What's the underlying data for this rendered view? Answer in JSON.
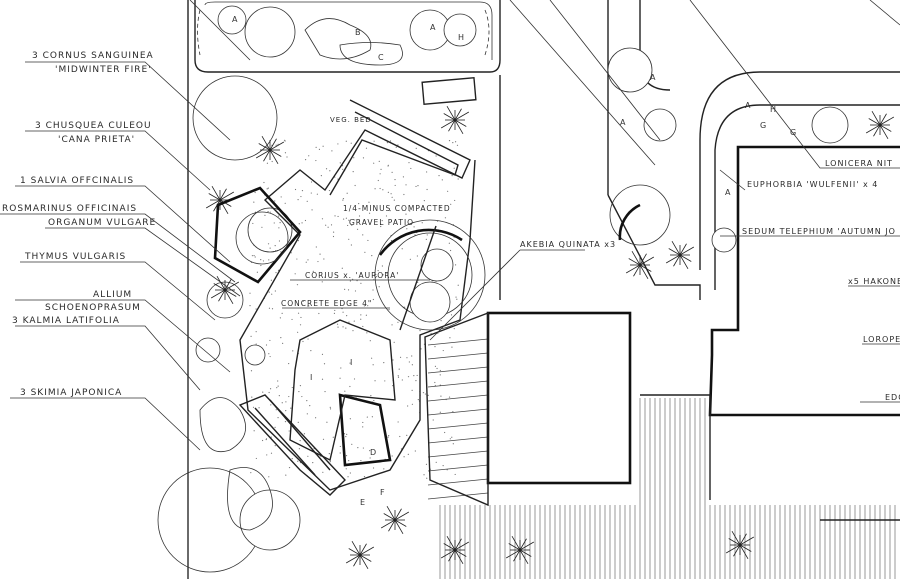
{
  "title": "Garden planting plan",
  "labels_left": {
    "cornus": "3 CORNUS SANGUINEA",
    "cornus_cv": "'MIDWINTER FIRE'",
    "chusquea": "3 CHUSQUEA CULEOU",
    "chusquea_cv": "'CANA PRIETA'",
    "salvia": "1 SALVIA OFFCINALIS",
    "rosmarinus": "ROSMARINUS OFFICINAIS",
    "origanum": "ORGANUM VULGARE",
    "thymus": "THYMUS VULGARIS",
    "allium": "ALLIUM",
    "allium2": "SCHOENOPRASUM",
    "kalmia": "3 KALMIA LATIFOLIA",
    "skimia": "3 SKIMIA JAPONICA"
  },
  "labels_center": {
    "veg_bed": "VEG. BED",
    "patio1": "1/4-MINUS COMPACTED",
    "patio2": "GRAVEL PATIO",
    "cornus_aurora": "CORIUS x. 'AURORA'",
    "concrete_edge": "CONCRETE EDGE 4\"",
    "akebia": "AKEBIA QUINATA x3"
  },
  "labels_right": {
    "lonicera": "LONICERA NIT",
    "euphorbia": "EUPHORBIA 'WULFENII' x 4",
    "sedum": "SEDUM TELEPHIUM 'AUTUMN JO",
    "hakone": "x5 HAKONE",
    "loropetalum": "LOROPE",
    "edge": "EDG"
  },
  "plant_letters": [
    "A",
    "B",
    "C",
    "A",
    "H",
    "A",
    "A",
    "H",
    "G",
    "G",
    "A",
    "A",
    "D",
    "E",
    "F",
    "I",
    "I"
  ]
}
